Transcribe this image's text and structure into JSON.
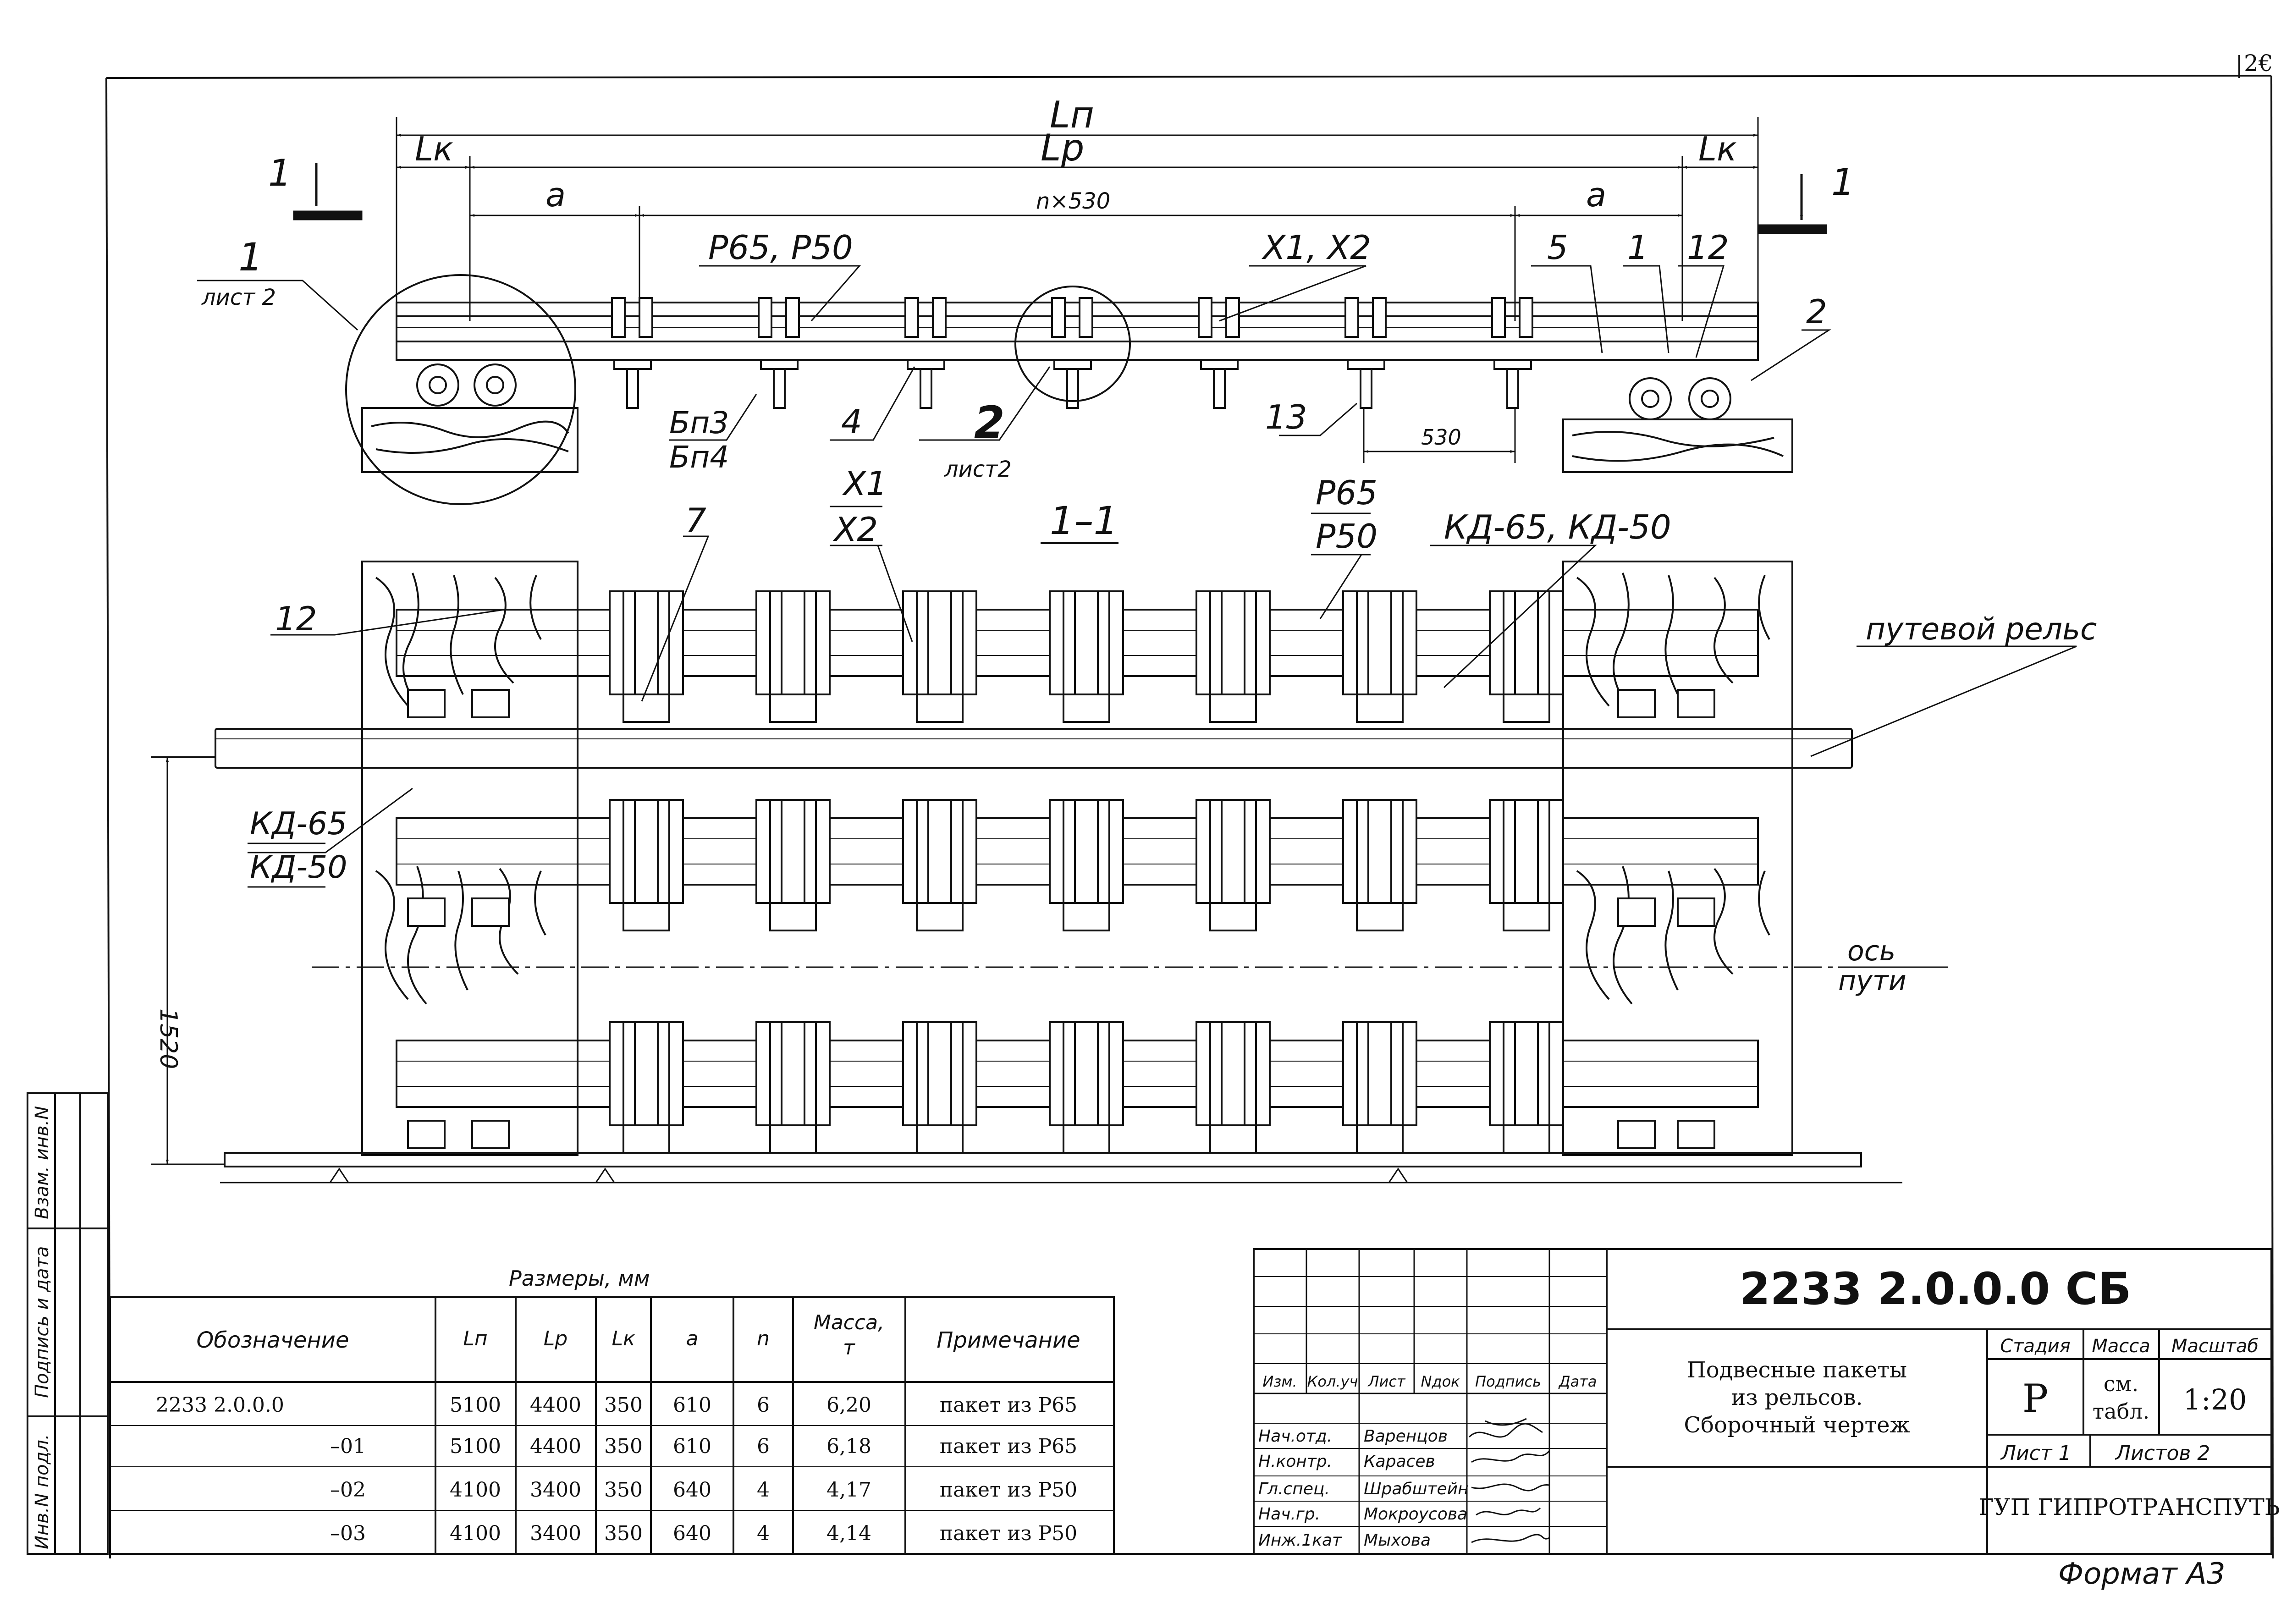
{
  "page_number": "2€",
  "view_top": {
    "dim_Ln": "Lп",
    "dim_Lp": "Lр",
    "dim_Lk_left": "Lк",
    "dim_Lk_right": "Lк",
    "dim_a_left": "a",
    "dim_a_right": "a",
    "dim_n530": "n×530",
    "dim_530": "530",
    "section_mark_left": "1",
    "section_mark_right": "1",
    "callout_1": "1",
    "callout_1_sheet": "лист 2",
    "callout_2": "2",
    "callout_2_sheet": "лист2",
    "label_rails": "Р65, Р50",
    "label_x": "X1, X2",
    "label_bp3": "Бп3",
    "label_bp4": "Бп4",
    "label_4": "4",
    "label_13": "13",
    "label_5": "5",
    "label_1b": "1",
    "label_12": "12",
    "label_2r": "2"
  },
  "view_section": {
    "title": "1–1",
    "label_7": "7",
    "label_x1": "X1",
    "label_x2": "X2",
    "label_p65": "Р65",
    "label_p50": "Р50",
    "label_kd": "КД-65, КД-50",
    "label_track_rail": "путевой рельс",
    "label_12": "12",
    "label_kd65": "КД-65",
    "label_kd50": "КД-50",
    "dim_1520": "1520",
    "axis_line1": "ось",
    "axis_line2": "пути"
  },
  "spec_table": {
    "caption": "Размеры, мм",
    "headers": [
      "Обозначение",
      "Lп",
      "Lр",
      "Lк",
      "a",
      "n",
      "Масса,",
      "Примечание"
    ],
    "mass_unit": "т",
    "rows": [
      [
        "2233 2.0.0.0",
        "5100",
        "4400",
        "350",
        "610",
        "6",
        "6,20",
        "пакет из Р65"
      ],
      [
        "–01",
        "5100",
        "4400",
        "350",
        "610",
        "6",
        "6,18",
        "пакет из Р65"
      ],
      [
        "–02",
        "4100",
        "3400",
        "350",
        "640",
        "4",
        "4,17",
        "пакет из Р50"
      ],
      [
        "–03",
        "4100",
        "3400",
        "350",
        "640",
        "4",
        "4,14",
        "пакет из Р50"
      ]
    ]
  },
  "side_stamp": {
    "col1": "Инв.N подл.",
    "col2": "Подпись и дата",
    "col3": "Взам. инв.N"
  },
  "title_block": {
    "doc_number": "2233 2.0.0.0 СБ",
    "description": [
      "Подвесные пакеты",
      "из рельсов.",
      "Сборочный чертеж"
    ],
    "rev_headers": [
      "Изм.",
      "Кол.уч",
      "Лист",
      "Nдок",
      "Подпись",
      "Дата"
    ],
    "people": [
      [
        "Нач.отд.",
        "Варенцов"
      ],
      [
        "Н.контр.",
        "Карасев"
      ],
      [
        "Гл.спец.",
        "Шрабштейн"
      ],
      [
        "Нач.гр.",
        "Мокроусова"
      ],
      [
        "Инж.1кат",
        "Мыхова"
      ]
    ],
    "stage_header": "Стадия",
    "mass_header": "Масса",
    "scale_header": "Масштаб",
    "stage": "Р",
    "mass_line1": "см.",
    "mass_line2": "табл.",
    "scale": "1:20",
    "sheet": "Лист 1",
    "sheets": "Листов 2",
    "organization": "ГУП ГИПРОТРАНСПУТЬ"
  },
  "format_label": "Формат А3"
}
